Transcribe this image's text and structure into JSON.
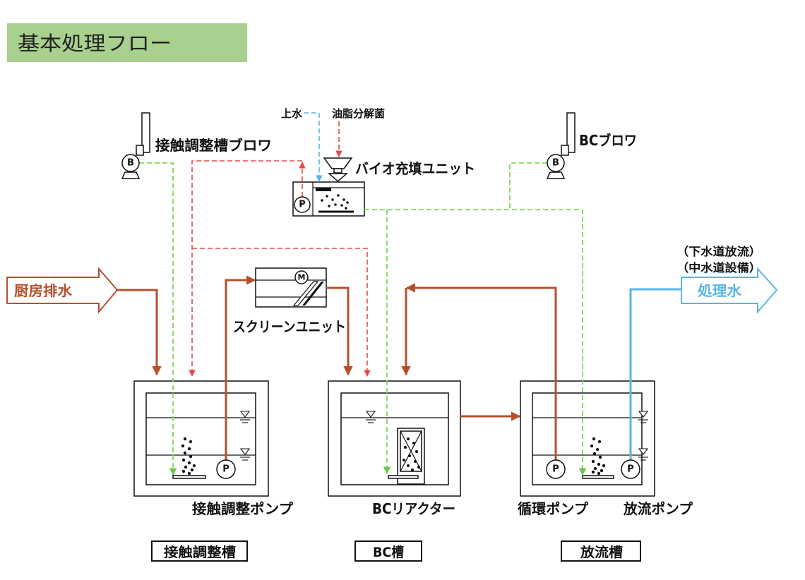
{
  "title": "基本処理フロー",
  "blowers": {
    "contact_tank": {
      "symbol": "B",
      "label": "接触調整槽ブロワ"
    },
    "bc": {
      "symbol": "B",
      "label": "BCブロワ"
    }
  },
  "feeds": {
    "tap_water": "上水",
    "grease_bacteria": "油脂分解菌"
  },
  "bio_unit": {
    "label": "バイオ充填ユニット",
    "pump_symbol": "P"
  },
  "screen_unit": {
    "label": "スクリーンユニット",
    "motor_symbol": "M"
  },
  "inflow": {
    "label": "厨房排水"
  },
  "outflow": {
    "label": "処理水",
    "destinations": [
      "（下水道放流）",
      "（中水道設備）"
    ]
  },
  "tanks": [
    {
      "name": "接触調整槽",
      "equipment_label": "接触調整ポンプ",
      "pump_symbol": "P"
    },
    {
      "name": "BC槽",
      "equipment_label": "BCリアクター"
    },
    {
      "name": "放流槽",
      "circulation_pump_label": "循環ポンプ",
      "discharge_pump_label": "放流ポンプ",
      "pump_symbols": [
        "P",
        "P"
      ]
    }
  ],
  "colors": {
    "wastewater_line": "#b5502d",
    "air_line": "#7ed957",
    "bacteria_line": "#e64848",
    "water_line": "#5ab4e5",
    "title_background": "#a9d08e"
  }
}
